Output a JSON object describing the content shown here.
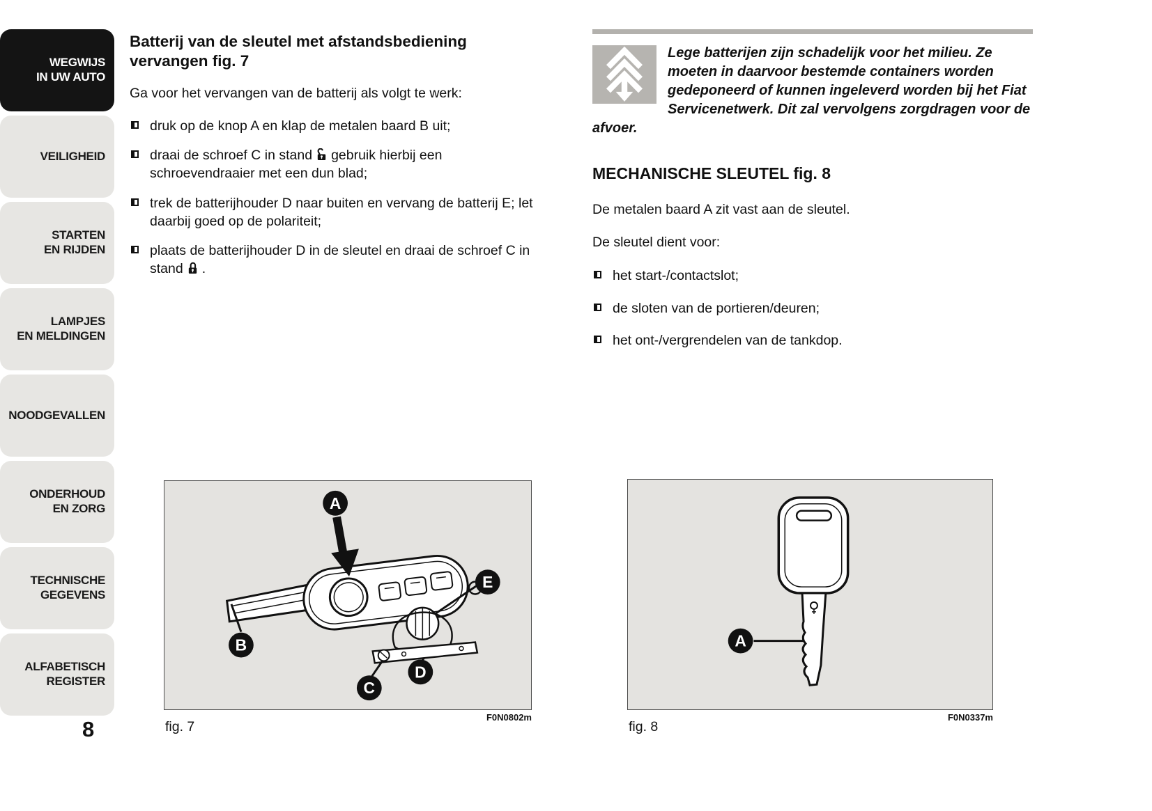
{
  "page": {
    "number": "8"
  },
  "sidebar": {
    "tabs": [
      {
        "label": "WEGWIJS\nIN UW AUTO",
        "active": true
      },
      {
        "label": "VEILIGHEID",
        "active": false
      },
      {
        "label": "STARTEN\nEN RIJDEN",
        "active": false
      },
      {
        "label": "LAMPJES\nEN MELDINGEN",
        "active": false
      },
      {
        "label": "NOODGEVALLEN",
        "active": false
      },
      {
        "label": "ONDERHOUD\nEN ZORG",
        "active": false
      },
      {
        "label": "TECHNISCHE\nGEGEVENS",
        "active": false
      },
      {
        "label": "ALFABETISCH\nREGISTER",
        "active": false
      }
    ]
  },
  "left": {
    "title": "Batterij van de sleutel met afstandsbediening vervangen fig. 7",
    "intro": "Ga voor het vervangen van de batterij als volgt te werk:",
    "steps": [
      {
        "text": "druk op de knop A en klap de metalen baard B uit;"
      },
      {
        "pre": "draai de schroef C in stand",
        "icon": "unlock-icon",
        "post": "gebruik hierbij een schroevendraaier met een dun blad;"
      },
      {
        "text": "trek de batterijhouder D naar buiten en vervang de batterij E; let daarbij goed op de polariteit;"
      },
      {
        "pre": "plaats de batterijhouder D in de sleutel en draai de schroef C in stand",
        "icon": "lock-icon",
        "post": "."
      }
    ],
    "figure": {
      "caption": "fig. 7",
      "code": "F0N0802m",
      "labels": {
        "a": "A",
        "b": "B",
        "c": "C",
        "d": "D",
        "e": "E"
      }
    }
  },
  "right": {
    "warning": "Lege batterijen zijn schadelijk voor het milieu. Ze moeten in daarvoor bestemde containers worden gedeponeerd of kunnen ingeleverd worden bij het Fiat Servicenetwerk. Dit zal vervolgens zorgdragen voor de afvoer.",
    "section_title": "MECHANISCHE SLEUTEL fig. 8",
    "para1": "De metalen baard A zit vast aan de sleutel.",
    "para2": "De sleutel dient voor:",
    "items": [
      "het start-/contactslot;",
      "de sloten van de portieren/deuren;",
      "het ont-/vergrendelen van de tankdop."
    ],
    "figure": {
      "caption": "fig. 8",
      "code": "F0N0337m",
      "label_a": "A"
    }
  },
  "colors": {
    "tab_bg": "#e7e6e3",
    "tab_active_bg": "#141414",
    "figure_bg": "#e4e3e0",
    "divider": "#b3b1ad",
    "eco_icon_bg": "#b6b4b0"
  }
}
